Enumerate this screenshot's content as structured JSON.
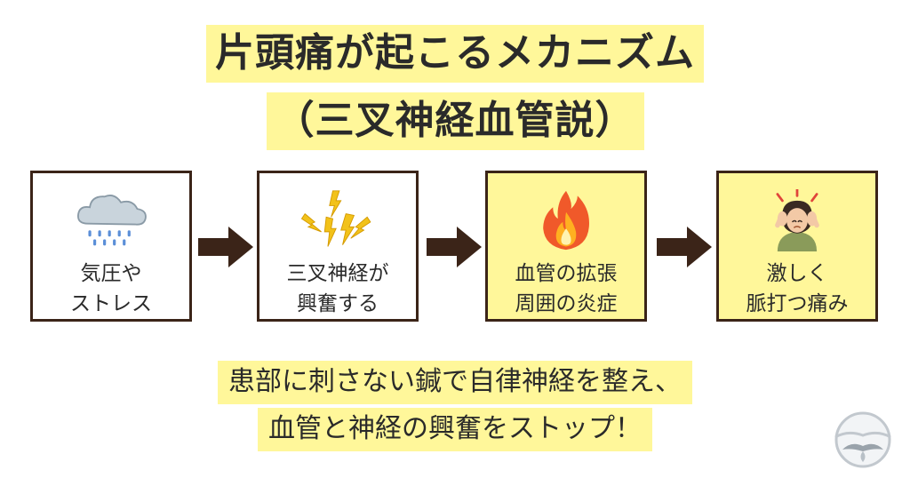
{
  "title": {
    "line1": "片頭痛が起こるメカニズム",
    "line2": "（三叉神経血管説）"
  },
  "steps": [
    {
      "line1": "気圧や",
      "line2": "ストレス",
      "icon": "rain-cloud-icon",
      "highlight": false
    },
    {
      "line1": "三叉神経が",
      "line2": "興奮する",
      "icon": "lightning-icon",
      "highlight": false
    },
    {
      "line1": "血管の拡張",
      "line2": "周囲の炎症",
      "icon": "fire-icon",
      "highlight": true
    },
    {
      "line1": "激しく",
      "line2": "脈打つ痛み",
      "icon": "headache-person-icon",
      "highlight": true
    }
  ],
  "message": {
    "line1": "患部に刺さない鍼で自律神経を整え、",
    "line2": "血管と神経の興奮をストップ！"
  },
  "colors": {
    "highlight": "#fff79a",
    "border": "#3b2418",
    "arrow": "#3b2418"
  }
}
